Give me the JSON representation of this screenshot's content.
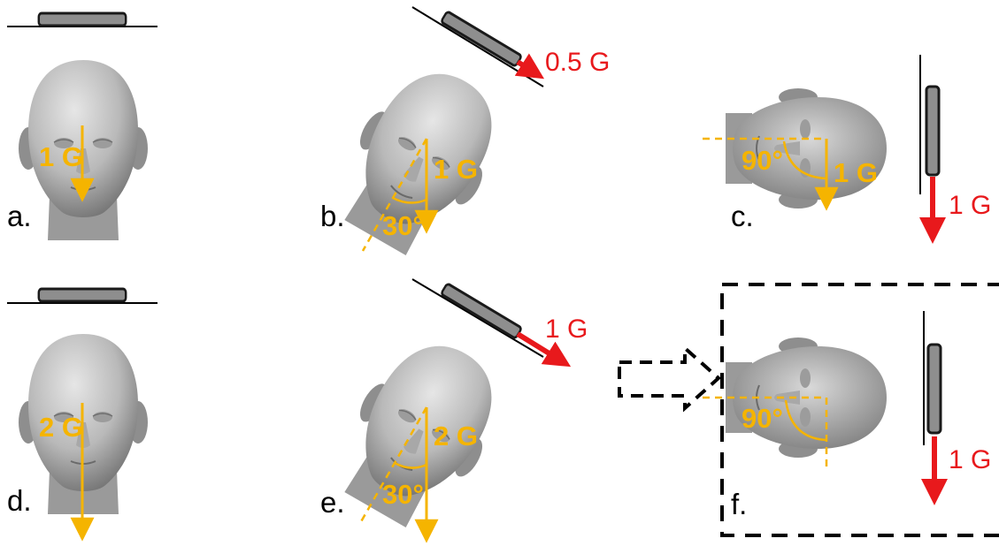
{
  "colors": {
    "gold": "#f5b400",
    "red": "#e8191c",
    "device_fill": "#8e8e8e",
    "device_stroke": "#1a1a1a",
    "line": "#000000",
    "skin_light": "#d3d3d3",
    "skin_dark": "#6b6b6b"
  },
  "panels": [
    {
      "id": "a",
      "label": "a.",
      "gravity_label": "1 G",
      "device_label": "",
      "angle_label": ""
    },
    {
      "id": "b",
      "label": "b.",
      "gravity_label": "1 G",
      "device_label": "0.5 G",
      "angle_label": "30°"
    },
    {
      "id": "c",
      "label": "c.",
      "gravity_label": "1 G",
      "device_label": "1 G",
      "angle_label": "90°"
    },
    {
      "id": "d",
      "label": "d.",
      "gravity_label": "2 G",
      "device_label": "",
      "angle_label": ""
    },
    {
      "id": "e",
      "label": "e.",
      "gravity_label": "2 G",
      "device_label": "1 G",
      "angle_label": "30°"
    },
    {
      "id": "f",
      "label": "f.",
      "gravity_label": "",
      "device_label": "1 G",
      "angle_label": "90°"
    }
  ],
  "icons": {
    "head": "head-icon",
    "device": "device-bar-icon",
    "pointer": "dashed-arrow-icon"
  }
}
